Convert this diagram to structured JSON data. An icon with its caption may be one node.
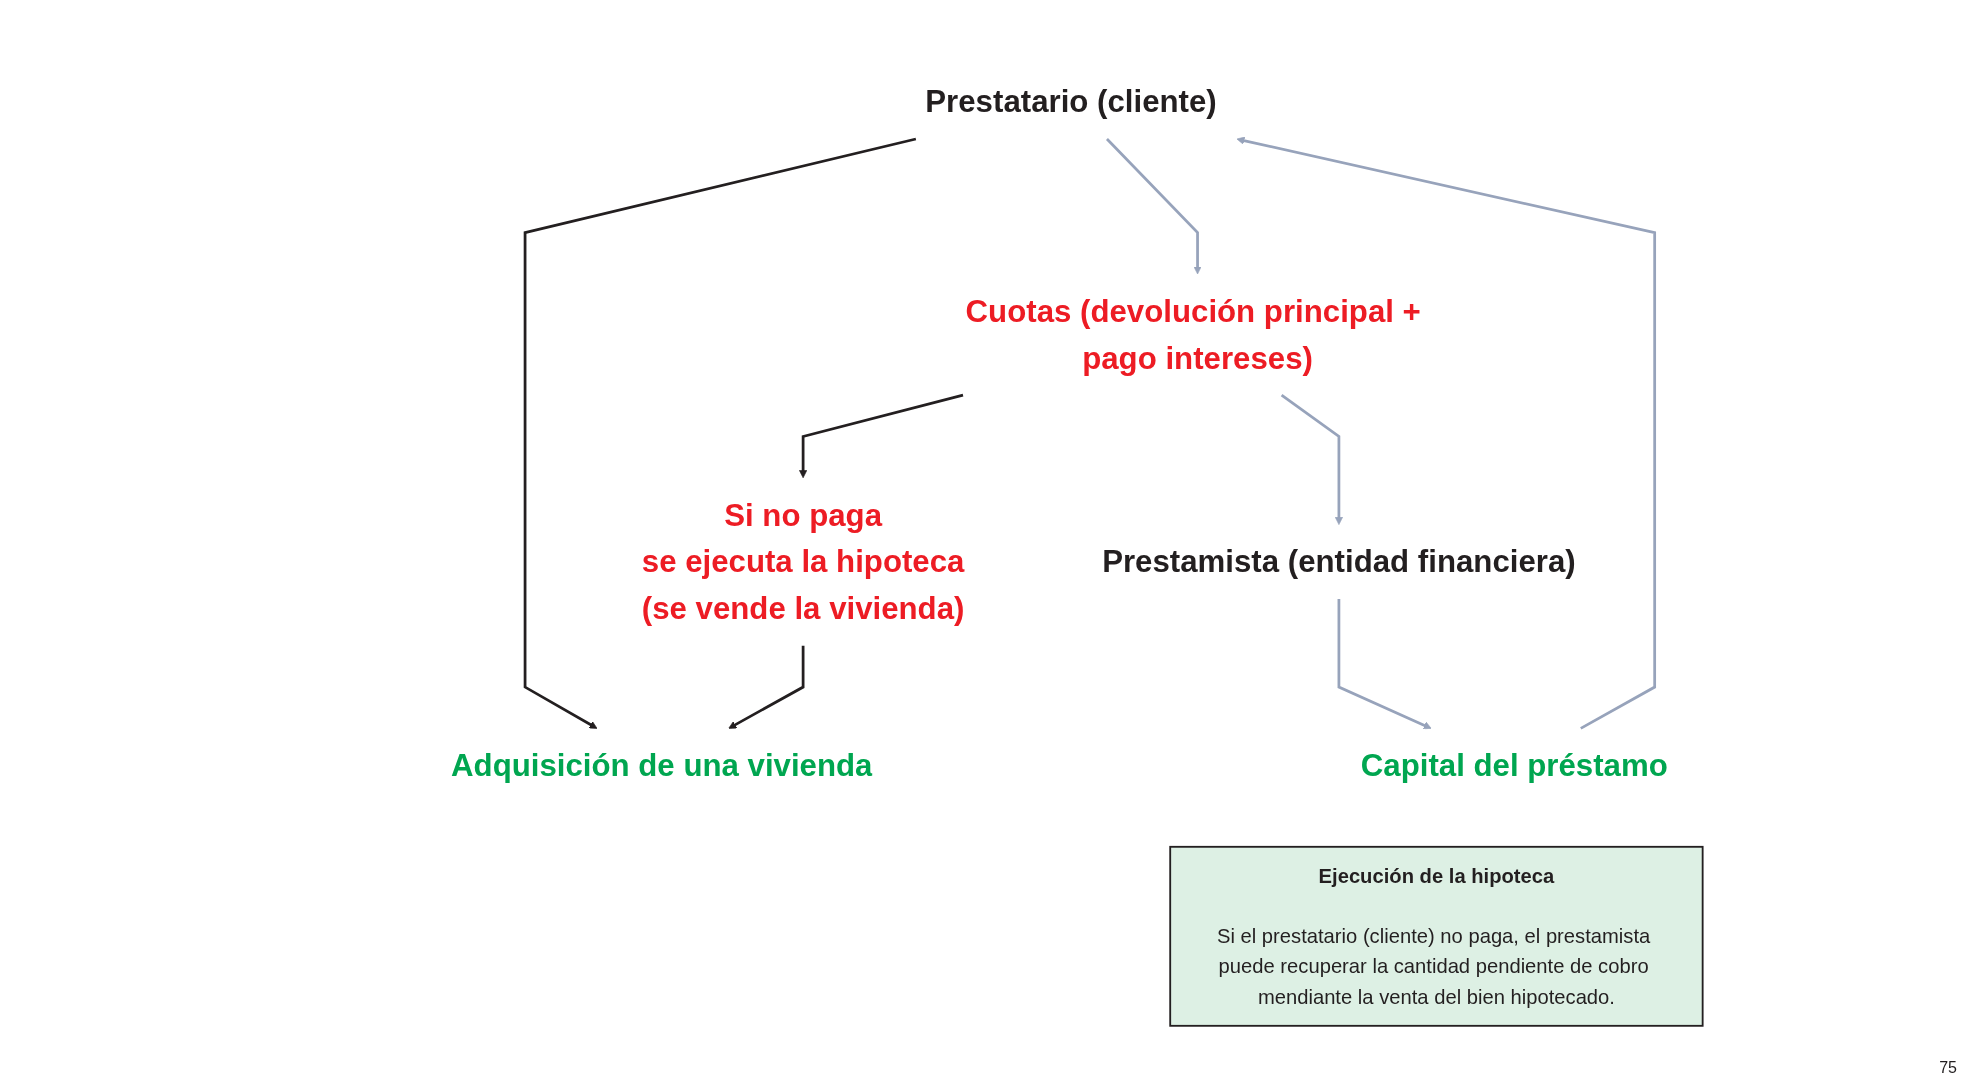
{
  "diagram": {
    "nodes": [
      {
        "text": [
          "Adquisición de una vivienda"
        ]
      },
      {
        "text": [
          "Prestatario (cliente)"
        ]
      },
      {
        "text": [
          "Cuotas (devolución principal + pago intereses)"
        ]
      },
      {
        "text": [
          "Prestamista (entidad financiera)"
        ]
      },
      {
        "text": [
          "Capital del préstamo"
        ]
      },
      {
        "text": [
          "Si no paga",
          "se ejecuta la hipoteca",
          "(se vende la vivienda)"
        ]
      },
      {
        "text": [
          "Ejecución de la hipoteca",
          "Si el prestatario (cliente) no paga, el prestamista puede recuperar la cantidad pendiente de cobro mendiante la venta del bien hipotecado."
        ]
      }
    ],
    "edges": [
      {
        "from": 1,
        "to": 0,
        "arrow": "to",
        "color": "#231f20"
      },
      {
        "from": 5,
        "to": 0,
        "arrow": "to",
        "color": "#231f20"
      },
      {
        "from": 2,
        "to": 5,
        "arrow": "to",
        "color": "#231f20"
      },
      {
        "from": 1,
        "to": 2,
        "arrow": "to",
        "color": "#97a3bb"
      },
      {
        "from": 2,
        "to": 3,
        "arrow": "to",
        "color": "#97a3bb"
      },
      {
        "from": 3,
        "to": 4,
        "arrow": "to",
        "color": "#97a3bb"
      },
      {
        "from": 4,
        "to": 1,
        "arrow": "to",
        "color": "#97a3bb"
      }
    ],
    "labels": [
      "75"
    ]
  }
}
